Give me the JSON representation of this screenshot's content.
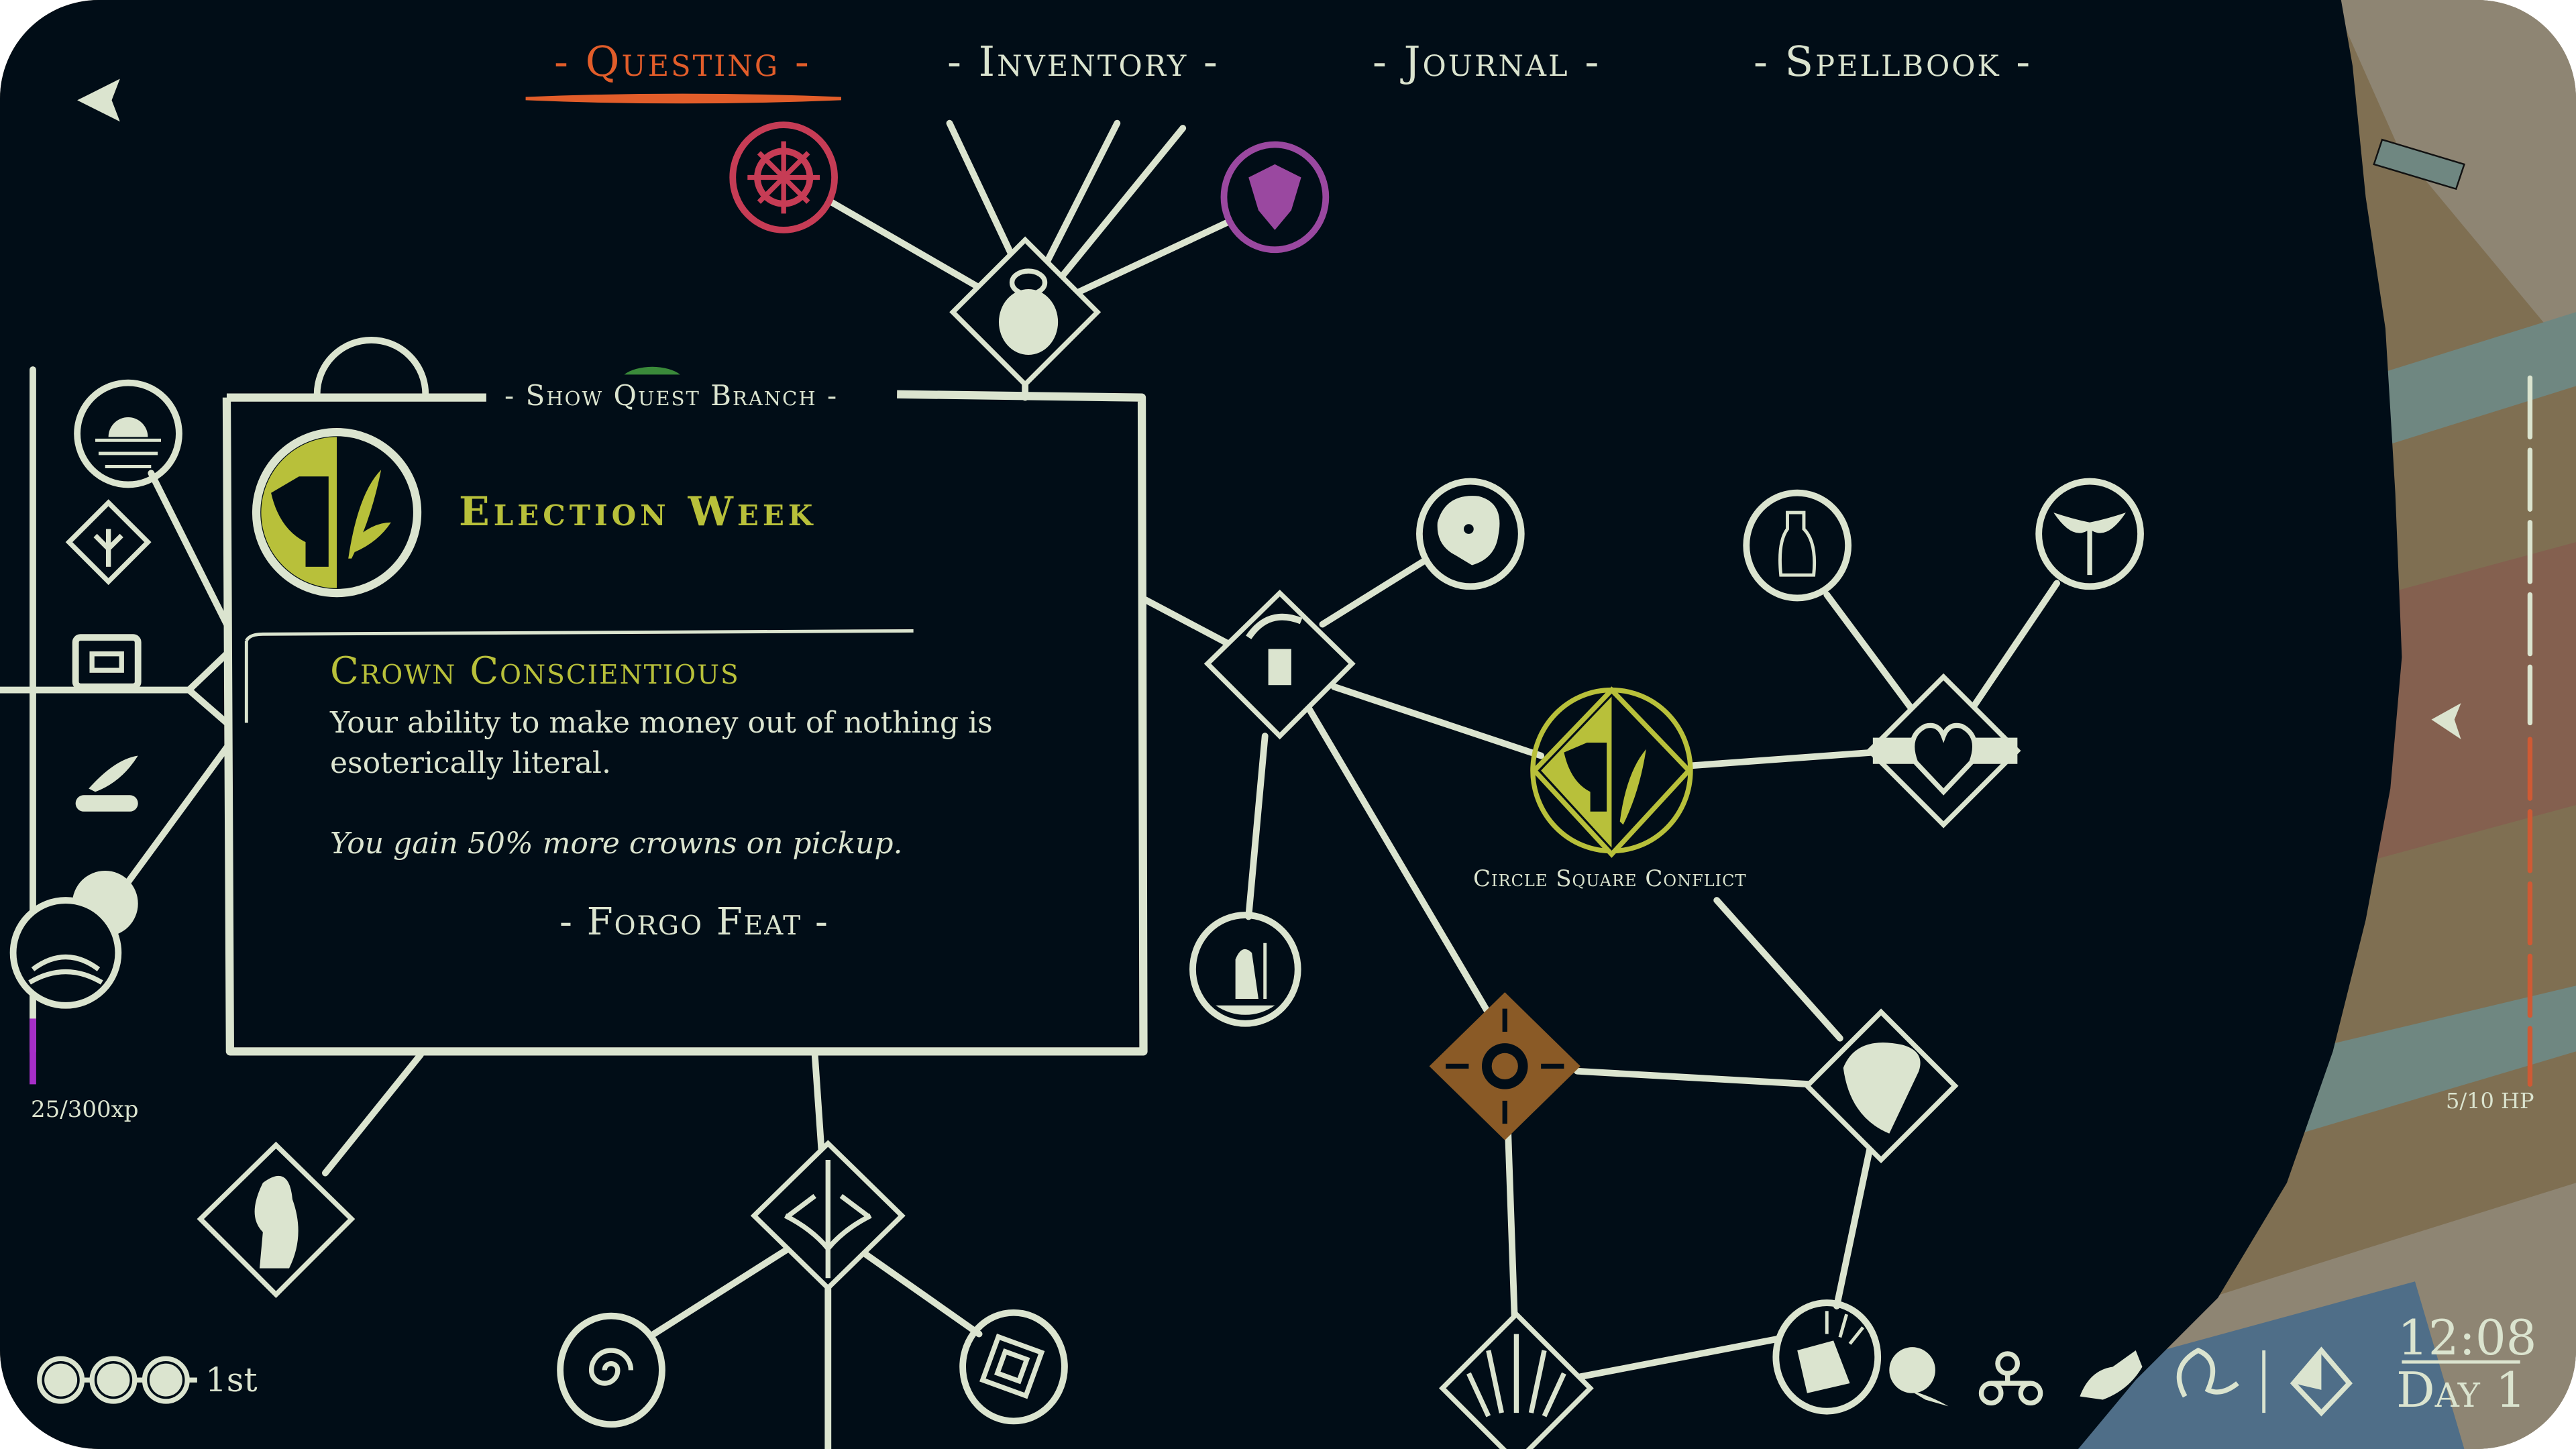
{
  "nav": {
    "back_icon": "arrow-left-icon",
    "tabs": [
      {
        "label": "- Questing -",
        "active": true
      },
      {
        "label": "- Inventory -",
        "active": false
      },
      {
        "label": "- Journal -",
        "active": false
      },
      {
        "label": "- Spellbook -",
        "active": false
      }
    ]
  },
  "panel": {
    "show_branch_label": "- Show Quest Branch -",
    "quest_title": "Election Week",
    "quest_icon": "anvil-quill-icon",
    "perk_title": "Crown Conscientious",
    "perk_description": "Your ability to make money out of nothing is esoterically literal.",
    "perk_effect": "You gain 50% more crowns on pickup.",
    "action_label": "- Forgo Feat -"
  },
  "graph": {
    "highlight_label": "Circle Square Conflict",
    "nodes": [
      {
        "id": "helm-wheel",
        "shape": "circle",
        "icon": "ship-wheel-icon",
        "color": "#c63c55"
      },
      {
        "id": "dragon",
        "shape": "circle",
        "icon": "dragon-icon",
        "color": "#9a48a0"
      },
      {
        "id": "kettle",
        "shape": "diamond",
        "icon": "kettle-icon",
        "color": "#dbe4cf"
      },
      {
        "id": "knight-sea",
        "shape": "circle",
        "icon": "knight-waves-icon",
        "color": "#dbe4cf"
      },
      {
        "id": "tree",
        "shape": "diamond",
        "icon": "tree-icon",
        "color": "#dbe4cf"
      },
      {
        "id": "chest",
        "shape": "none",
        "icon": "chest-icon",
        "color": "#dbe4cf"
      },
      {
        "id": "quill-scroll",
        "shape": "none",
        "icon": "quill-scroll-icon",
        "color": "#dbe4cf"
      },
      {
        "id": "moon-wave",
        "shape": "circle",
        "icon": "wave-tree-icon",
        "color": "#dbe4cf"
      },
      {
        "id": "hand-lightning",
        "shape": "circle",
        "icon": "hand-icon",
        "color": "#dbe4cf"
      },
      {
        "id": "ballot",
        "shape": "diamond",
        "icon": "ballot-hand-icon",
        "color": "#dbe4cf"
      },
      {
        "id": "head",
        "shape": "circle",
        "icon": "head-swirl-icon",
        "color": "#dbe4cf"
      },
      {
        "id": "bottle",
        "shape": "circle",
        "icon": "bottle-icon",
        "color": "#dbe4cf"
      },
      {
        "id": "winged-staff",
        "shape": "circle",
        "icon": "winged-staff-icon",
        "color": "#dbe4cf"
      },
      {
        "id": "circle-square",
        "shape": "diamond-circle",
        "icon": "anvil-quill-icon",
        "color": "#b8c03a"
      },
      {
        "id": "heart",
        "shape": "diamond",
        "icon": "heart-cards-icon",
        "color": "#dbe4cf"
      },
      {
        "id": "kneeling-knight",
        "shape": "circle",
        "icon": "kneeling-knight-icon",
        "color": "#dbe4cf"
      },
      {
        "id": "sun-gear",
        "shape": "diamond",
        "icon": "sun-gear-icon",
        "color": "#8a5a26"
      },
      {
        "id": "scroll",
        "shape": "diamond",
        "icon": "scroll-icon",
        "color": "#dbe4cf"
      },
      {
        "id": "mermaid",
        "shape": "diamond",
        "icon": "mermaid-icon",
        "color": "#dbe4cf"
      },
      {
        "id": "crossroads",
        "shape": "diamond",
        "icon": "crossroads-icon",
        "color": "#dbe4cf"
      },
      {
        "id": "swirl",
        "shape": "circle",
        "icon": "swirl-icon",
        "color": "#dbe4cf"
      },
      {
        "id": "maze",
        "shape": "circle",
        "icon": "maze-icon",
        "color": "#dbe4cf"
      },
      {
        "id": "sunrise",
        "shape": "diamond",
        "icon": "sunrise-icon",
        "color": "#dbe4cf"
      },
      {
        "id": "book-rays",
        "shape": "circle",
        "icon": "book-rays-icon",
        "color": "#dbe4cf"
      }
    ]
  },
  "hud": {
    "xp_text": "25/300xp",
    "xp_current": 25,
    "xp_max": 300,
    "xp_color": "#a62ec8",
    "level_pips": 3,
    "level_label": "1st",
    "hp_text": "5/10 HP",
    "hp_current": 5,
    "hp_max": 10,
    "hp_color": "#cf5a34",
    "time": "12:08",
    "day": "Day 1",
    "status_icons": [
      "crystal-ball-icon",
      "triskelion-icon",
      "wolf-icon",
      "serpent-icon",
      "d20-icon"
    ]
  },
  "colors": {
    "background": "#010d17",
    "ink": "#dbe4cf",
    "accent_orange": "#e25d2a",
    "accent_olive": "#b8c03a"
  }
}
